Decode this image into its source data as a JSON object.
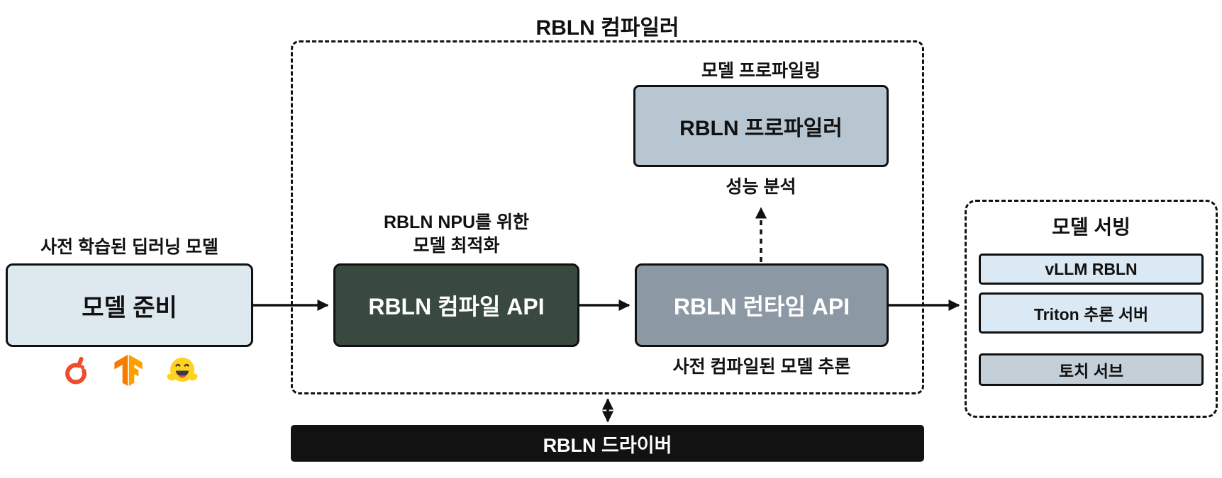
{
  "compiler": {
    "title": "RBLN 컴파일러"
  },
  "prepare": {
    "label": "사전 학습된 딥러닝 모델",
    "box_label": "모델 준비",
    "icons": [
      "pytorch-icon",
      "tensorflow-icon",
      "huggingface-icon"
    ]
  },
  "compile": {
    "label_line1": "RBLN NPU를 위한",
    "label_line2": "모델 최적화",
    "box_label": "RBLN 컴파일 API"
  },
  "profiler": {
    "label": "모델 프로파일링",
    "box_label": "RBLN 프로파일러",
    "sublabel": "성능 분석"
  },
  "runtime": {
    "box_label": "RBLN 런타임 API",
    "sublabel": "사전 컴파일된 모델 추론"
  },
  "serving": {
    "title": "모델 서빙",
    "items": [
      "vLLM RBLN",
      "Triton 추론 서버",
      "토치 서브"
    ]
  },
  "driver": {
    "label": "RBLN 드라이버"
  },
  "colors": {
    "outline": "#111111",
    "prepare_box": "#DEE9EF",
    "compile_box": "#39493F",
    "runtime_box": "#8C99A4",
    "profiler_box": "#B8C6D1",
    "serving_item_light": "#DBE9F4",
    "serving_item_gray": "#C4CFD7",
    "driver_bar": "#121212",
    "pytorch_orange": "#EE4C2C",
    "tensorflow_orange": "#F57C00",
    "huggingface_yellow": "#FFD21E"
  }
}
